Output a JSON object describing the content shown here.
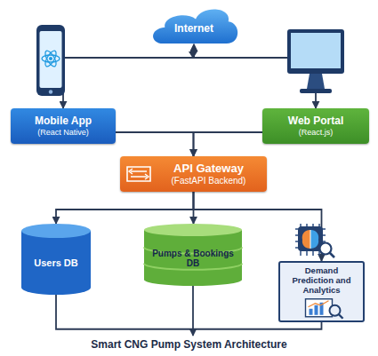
{
  "diagram": {
    "caption": "Smart CNG Pump System Architecture",
    "nodes": [
      {
        "text": [
          "Internet"
        ]
      },
      {
        "text": [
          "Mobile App",
          "(React Native)"
        ]
      },
      {
        "text": [
          "Web Portal",
          "(React.js)"
        ]
      },
      {
        "text": [
          "API Gateway",
          "(FastAPI Backend)"
        ]
      },
      {
        "text": [
          "Users DB"
        ]
      },
      {
        "text": [
          "Pumps & Bookings DB"
        ]
      },
      {
        "text": [
          "Demand Prediction and Analytics"
        ]
      }
    ],
    "edges": [
      {
        "from": 0,
        "to": 1,
        "arrow": "both"
      },
      {
        "from": 0,
        "to": 2,
        "arrow": "both"
      },
      {
        "from": 1,
        "to": 3,
        "arrow": "to"
      },
      {
        "from": 2,
        "to": 3,
        "arrow": "to"
      },
      {
        "from": 3,
        "to": 4,
        "arrow": "to"
      },
      {
        "from": 3,
        "to": 5,
        "arrow": "to"
      },
      {
        "from": 3,
        "to": 6,
        "arrow": "to"
      },
      {
        "from": 4,
        "to": 6,
        "arrow": "none"
      }
    ]
  }
}
